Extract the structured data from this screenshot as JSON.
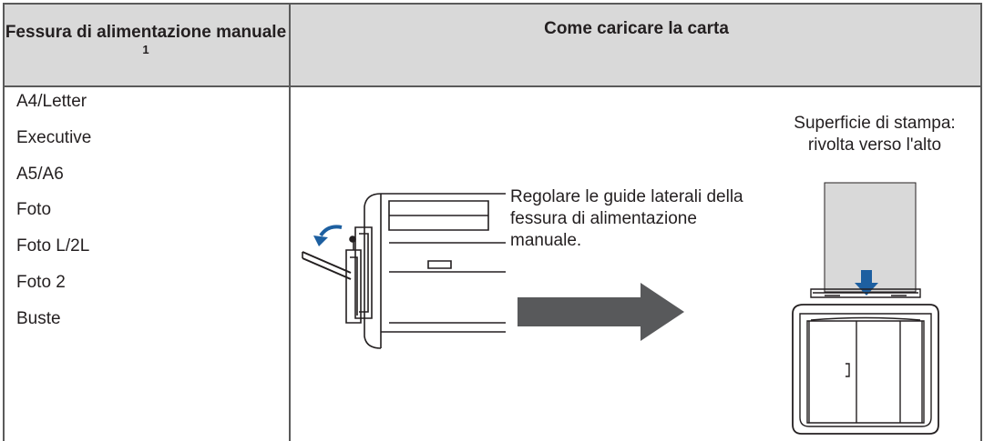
{
  "header": {
    "col1_label": "Fessura di alimentazione manuale",
    "col1_footnote": "1",
    "col2_label": "Come caricare la carta"
  },
  "paper_sizes": [
    "A4/Letter",
    "Executive",
    "A5/A6",
    "Foto",
    "Foto L/2L",
    "Foto 2",
    "Buste"
  ],
  "instruction": {
    "step_text": "Regolare le guide laterali della fessura di alimentazione manuale.",
    "print_surface_text": "Superficie di stampa: rivolta verso l'alto"
  },
  "icons": {
    "printer_left": "printer-side-view-illustration",
    "curved_arrow": "curved-arrow-icon",
    "big_arrow": "right-arrow-icon",
    "down_arrow": "down-arrow-icon",
    "printer_top": "printer-top-view-illustration"
  },
  "colors": {
    "header_bg": "#d9d9d9",
    "border": "#5a5a5a",
    "arrow": "#58595b",
    "paper": "#d9d9d9",
    "curved_arrow": "#1d5fa0"
  }
}
